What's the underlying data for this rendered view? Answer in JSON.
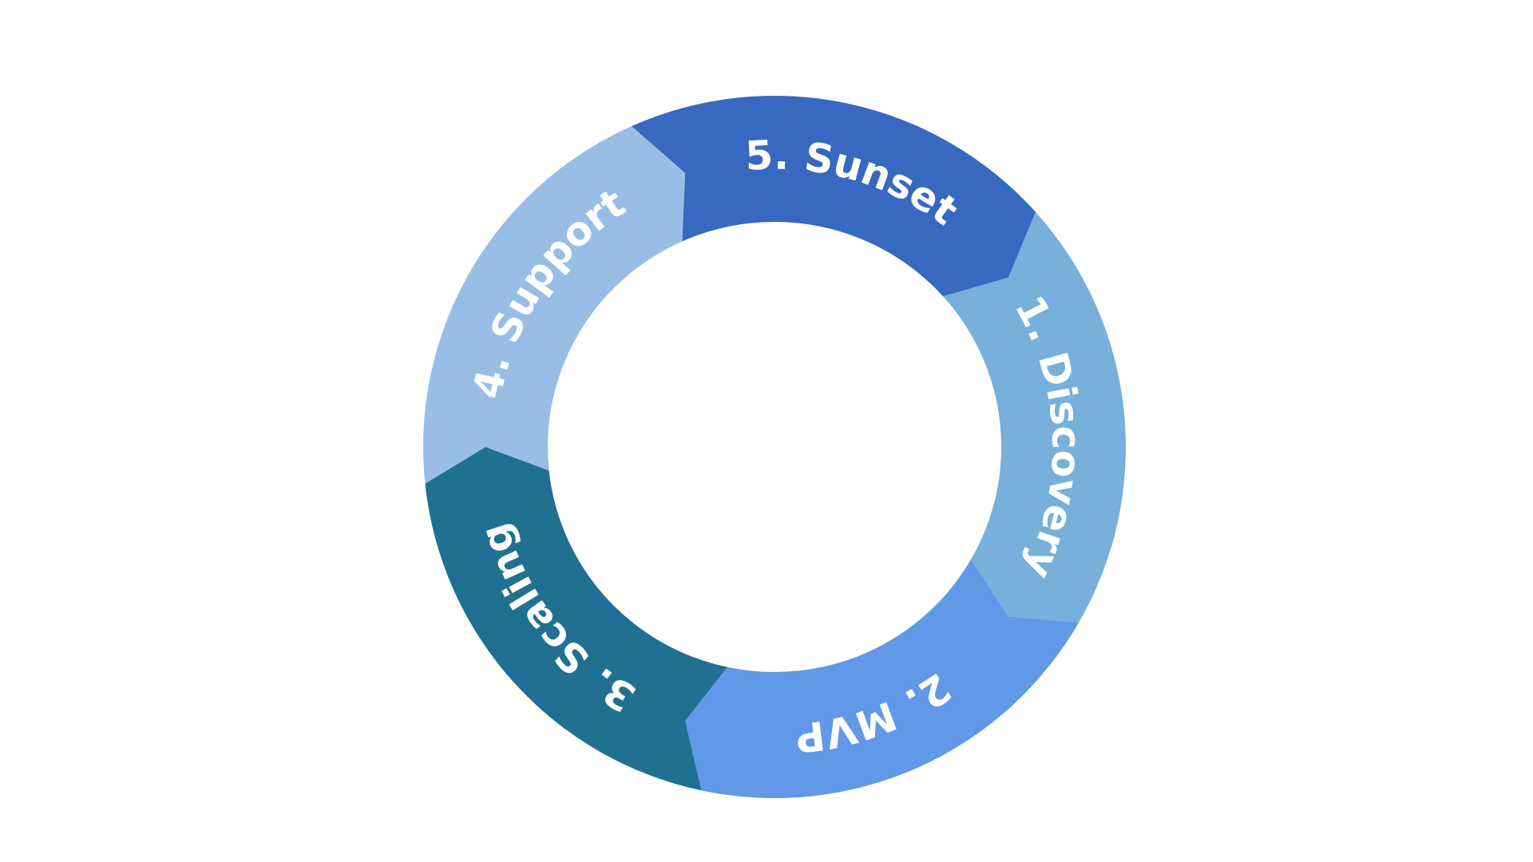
{
  "diagram": {
    "background": "#ffffff",
    "text_color": "#ffffff",
    "stages": [
      {
        "label": "1. Discovery",
        "color": "#76b0db"
      },
      {
        "label": "2. MVP",
        "color": "#6198e8"
      },
      {
        "label": "3. Scaling",
        "color": "#207091"
      },
      {
        "label": "4. Support",
        "color": "#98bee6"
      },
      {
        "label": "5. Sunset",
        "color": "#3669bf"
      }
    ]
  }
}
